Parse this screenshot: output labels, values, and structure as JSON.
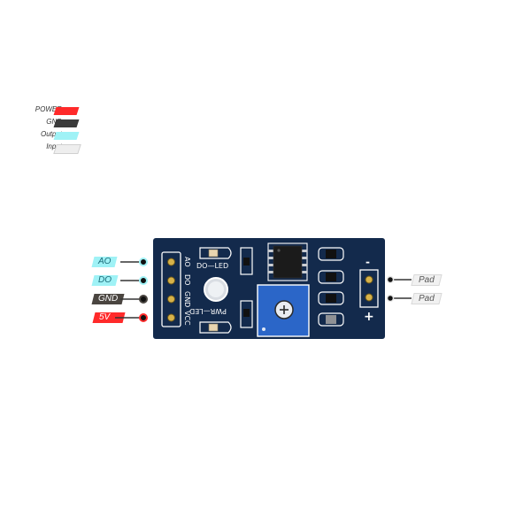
{
  "legend": {
    "items": [
      {
        "label": "POWER",
        "color": "#ff2a2a"
      },
      {
        "label": "GND",
        "color": "#3b3b3b"
      },
      {
        "label": "Output",
        "color": "#9ff2f6"
      },
      {
        "label": "Input",
        "color": "#eeeeee"
      }
    ]
  },
  "pins": [
    {
      "label": "AO",
      "color": "#9ff2f6",
      "text_color": "#1a6a78"
    },
    {
      "label": "DO",
      "color": "#9ff2f6",
      "text_color": "#1a6a78"
    },
    {
      "label": "GND",
      "color": "#4a4540",
      "text_color": "#ffffff"
    },
    {
      "label": "5V",
      "color": "#ff2a2a",
      "text_color": "#ffffff"
    }
  ],
  "board": {
    "header_labels": [
      "AO",
      "DO",
      "GND",
      "VCC"
    ],
    "do_led_label": "DO—LED",
    "pwr_led_label": "PWR—LED",
    "terminal_minus": "-",
    "terminal_plus": "+"
  },
  "pads": [
    {
      "label": "Pad"
    },
    {
      "label": "Pad"
    }
  ]
}
